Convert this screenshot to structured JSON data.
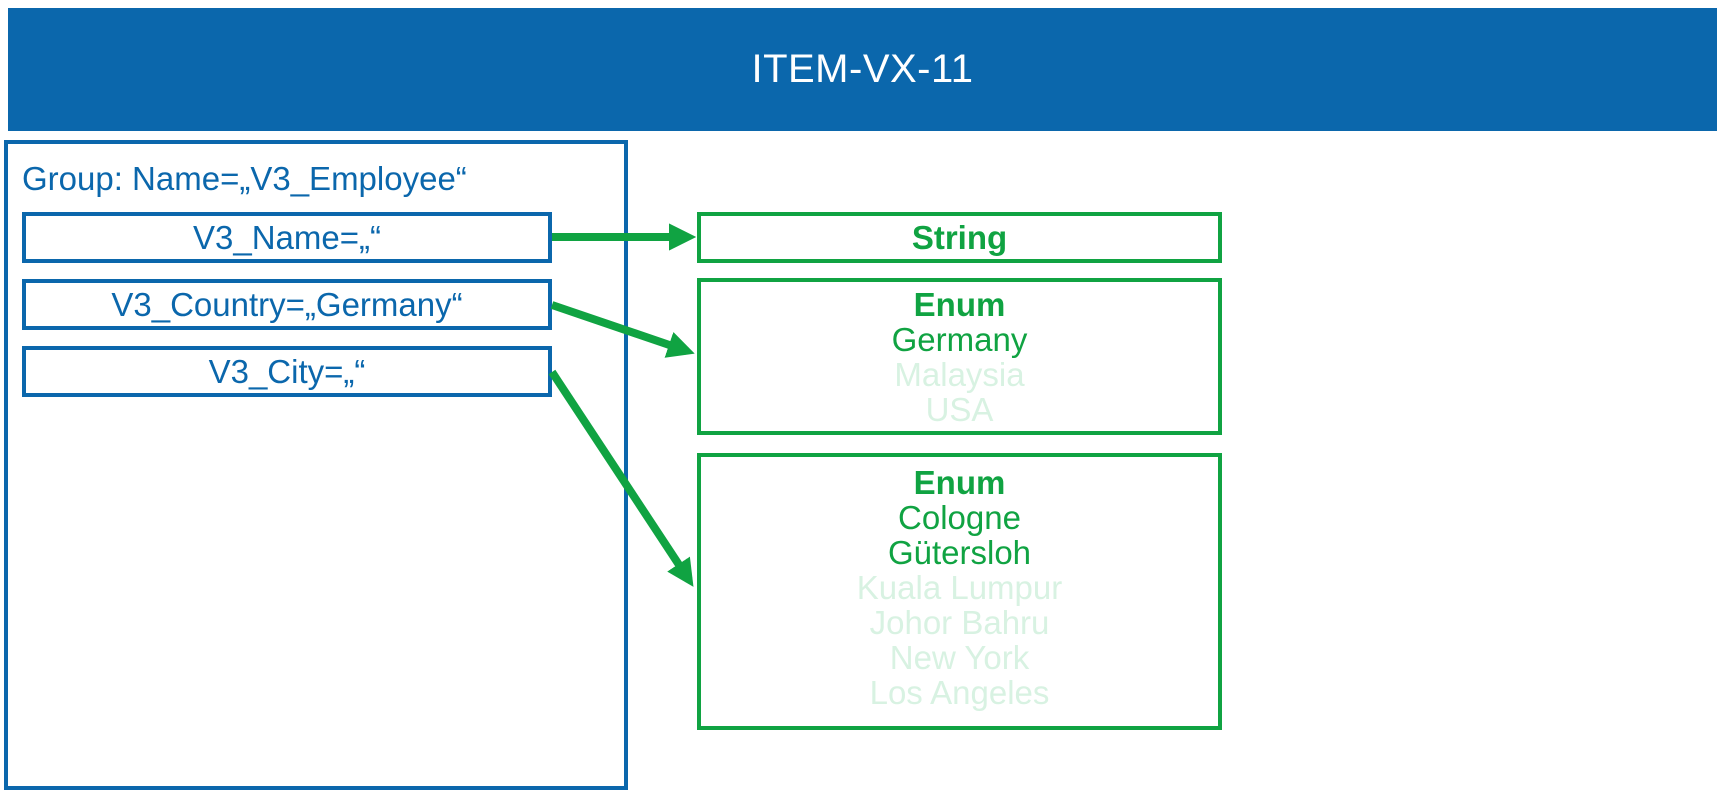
{
  "header": {
    "title": "ITEM-VX-11"
  },
  "group": {
    "label": "Group: Name=„V3_Employee“",
    "fields": [
      {
        "label": "V3_Name=„“"
      },
      {
        "label": "V3_Country=„Germany“"
      },
      {
        "label": "V3_City=„“"
      }
    ]
  },
  "types": [
    {
      "title": "String",
      "values": []
    },
    {
      "title": "Enum",
      "values": [
        {
          "label": "Germany",
          "highlighted": true
        },
        {
          "label": "Malaysia",
          "highlighted": false
        },
        {
          "label": "USA",
          "highlighted": false
        }
      ]
    },
    {
      "title": "Enum",
      "values": [
        {
          "label": "Cologne",
          "highlighted": true
        },
        {
          "label": "Gütersloh",
          "highlighted": true
        },
        {
          "label": "Kuala Lumpur",
          "highlighted": false
        },
        {
          "label": "Johor Bahru",
          "highlighted": false
        },
        {
          "label": "New York",
          "highlighted": false
        },
        {
          "label": "Los Angeles",
          "highlighted": false
        }
      ]
    }
  ],
  "colors": {
    "header_blue": "#0B67AC",
    "outline_blue": "#0B67AC",
    "green": "#10A342",
    "faded_green": "#D8F2E2",
    "header_text": "#FFFFFF"
  }
}
